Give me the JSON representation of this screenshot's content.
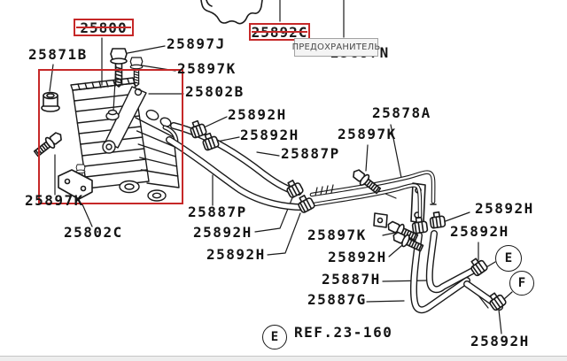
{
  "diagram": {
    "selected_part_boxes": [
      {
        "text": "25800"
      },
      {
        "text": "25892C"
      }
    ],
    "tooltip": {
      "text": "ПРЕДОХРАНИТЕЛЬ"
    },
    "partially_hidden_label": {
      "text": "25897N"
    },
    "part_labels": [
      {
        "text": "25871B"
      },
      {
        "text": "25897J"
      },
      {
        "text": "25897K"
      },
      {
        "text": "25802B"
      },
      {
        "text": "25892H"
      },
      {
        "text": "25892H"
      },
      {
        "text": "25887P"
      },
      {
        "text": "25897K"
      },
      {
        "text": "25878A"
      },
      {
        "text": "25887P"
      },
      {
        "text": "25892H"
      },
      {
        "text": "25892H"
      },
      {
        "text": "25897K"
      },
      {
        "text": "25802C"
      },
      {
        "text": "25897K"
      },
      {
        "text": "25892H"
      },
      {
        "text": "25892H"
      },
      {
        "text": "25892H"
      },
      {
        "text": "25887H"
      },
      {
        "text": "25887G"
      },
      {
        "text": "25892H"
      }
    ],
    "callouts": {
      "e": "E",
      "f": "F",
      "ref_circle": "E",
      "ref_text": "REF.23-160"
    },
    "colors": {
      "highlight_red": "#c62828",
      "line_black": "#1a1a1a",
      "tooltip_bg": "#f4f4f4",
      "tooltip_border": "#a3a3a3",
      "bottom_bar": "#ededed"
    }
  }
}
